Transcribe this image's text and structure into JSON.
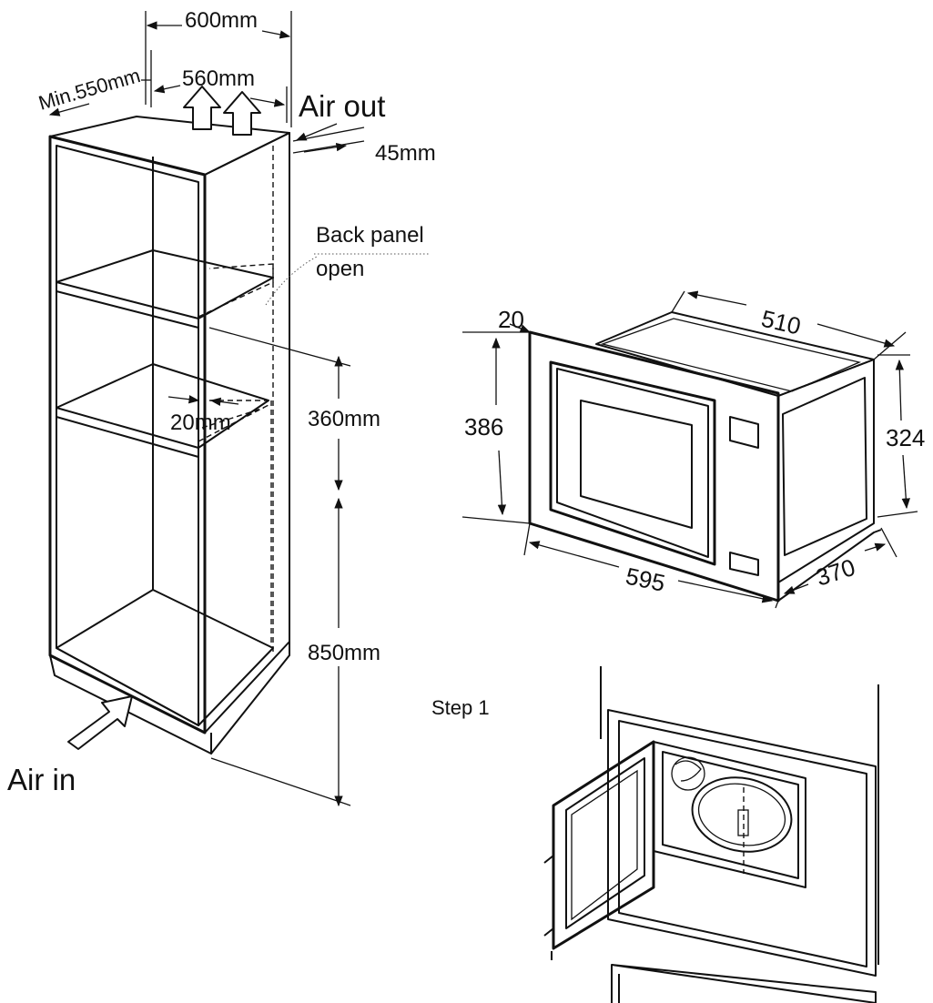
{
  "cabinet": {
    "width_label": "600mm",
    "depth_label": "Min.550mm",
    "inner_width_label": "560mm",
    "air_out_label": "Air out",
    "gap_label": "45mm",
    "back_panel_label_line1": "Back panel",
    "back_panel_label_line2": "open",
    "inner_gap_label": "20mm",
    "opening_height_label": "360mm",
    "base_height_label": "850mm",
    "air_in_label": "Air in"
  },
  "microwave": {
    "frame_depth_label": "20",
    "body_depth_label": "510",
    "frame_height_label": "386",
    "body_height_label": "324",
    "frame_width_label": "595",
    "body_width_label": "370"
  },
  "steps": {
    "step1_label": "Step 1"
  },
  "icons": [
    "arrow-up-icon",
    "arrow-right-icon",
    "dimension-arrow-icon"
  ]
}
